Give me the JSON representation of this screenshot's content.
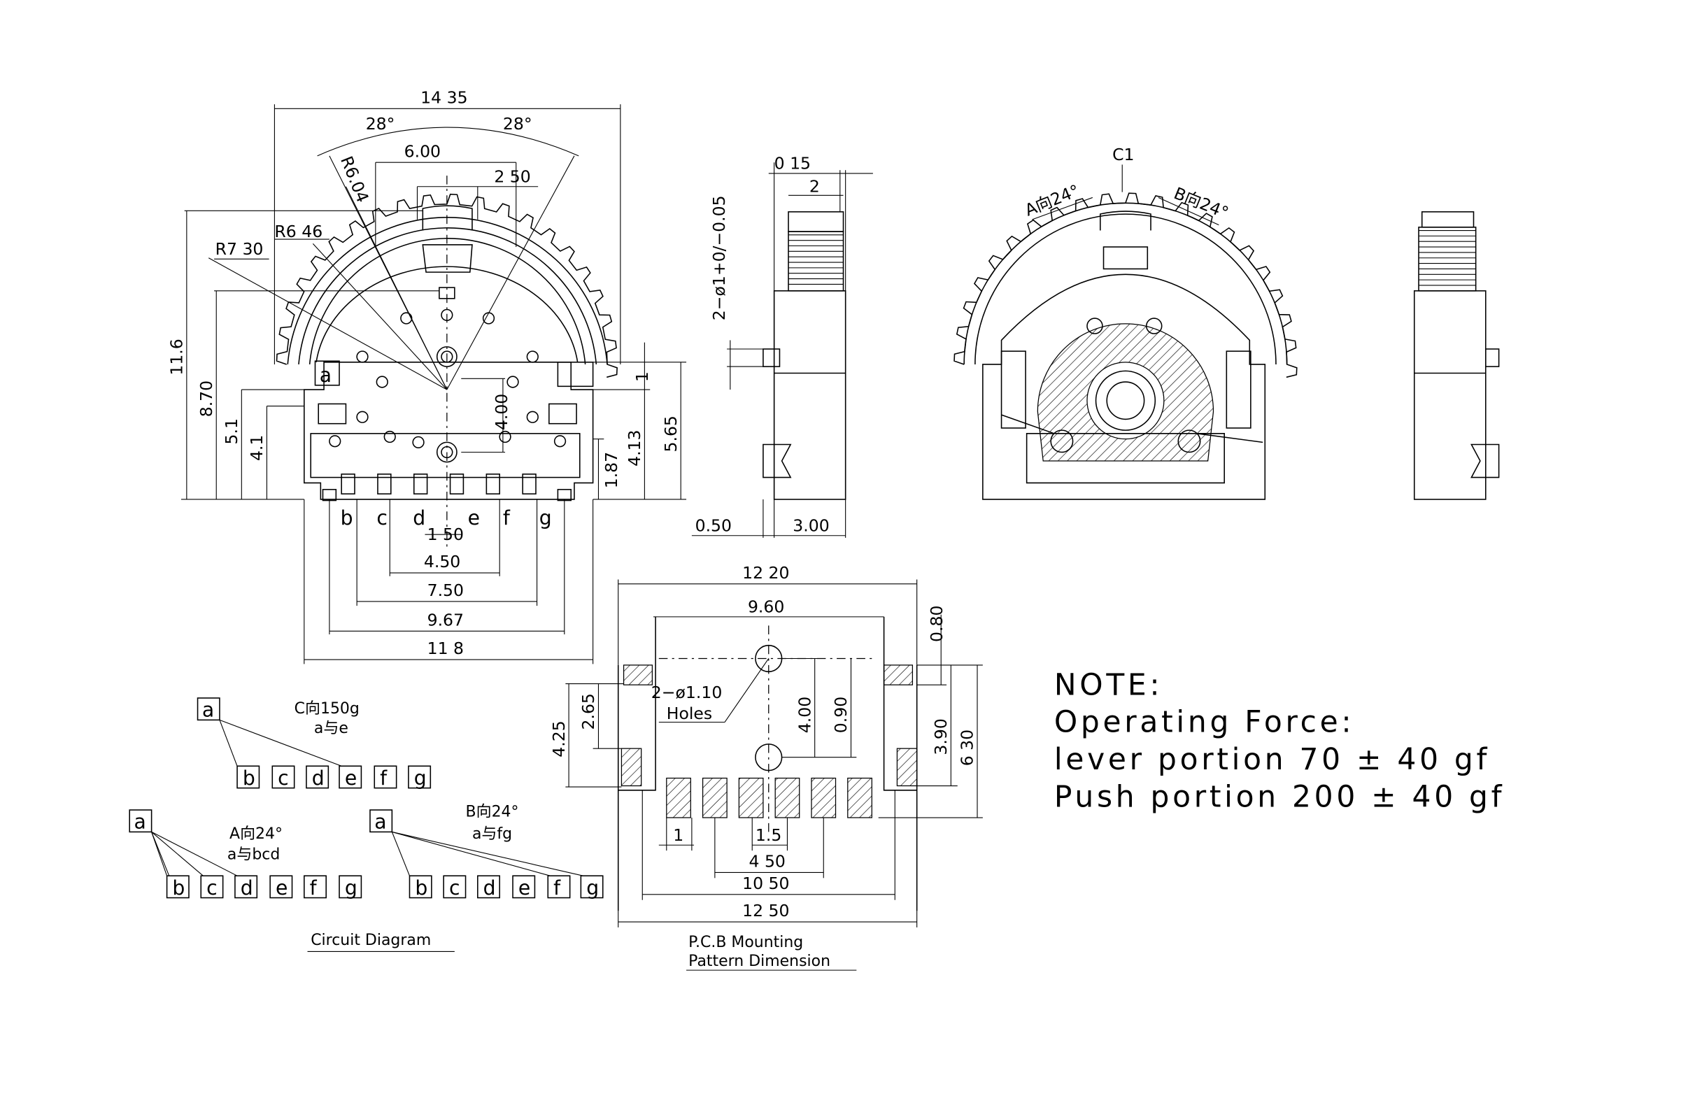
{
  "front_view": {
    "width_overall": "14 35",
    "angle_left": "28°",
    "angle_right": "28°",
    "lever_width": "6.00",
    "lever_offset": "2 50",
    "radius_1": "R6.04",
    "radius_2": "R6 46",
    "radius_3": "R7 30",
    "height_total": "11.6",
    "height_2": "8.70",
    "height_3": "5.1",
    "height_4": "4.1",
    "hole_spacing": "4.00",
    "right_1": "1",
    "right_height_1": "5.65",
    "right_height_2": "4.13",
    "right_height_3": "1.87",
    "terminal_a": "a",
    "pins": [
      "b",
      "c",
      "d",
      "e",
      "f",
      "g"
    ],
    "pitch": "1 50",
    "span_1": "4.50",
    "span_2": "7.50",
    "span_3": "9.67",
    "span_4": "11 8"
  },
  "side_view": {
    "top_dim": "0 15",
    "cap_width": "2",
    "pin_spec": "2−ø1+0/−0.05",
    "left_dim": "0.50",
    "depth": "3.00"
  },
  "back_view": {
    "center_label": "C1",
    "dir_a": "A向24°",
    "dir_b": "B向24°"
  },
  "pcb": {
    "width_top": "12 20",
    "pad_span": "9.60",
    "pad_height": "0.80",
    "holes_spec": "2−ø1.10",
    "holes_label": "Holes",
    "left_1": "2.65",
    "left_2": "4.25",
    "hole_spacing": "4.00",
    "hole_offset": "0.90",
    "right_1": "3.90",
    "right_2": "6 30",
    "pad_w": "1",
    "pitch": "1.5",
    "span_1": "4 50",
    "span_2": "10 50",
    "width_bottom": "12 50",
    "caption_1": "P.C.B Mounting",
    "caption_2": "Pattern Dimension"
  },
  "circuit": {
    "title": "Circuit Diagram",
    "groups": [
      {
        "dir": "C向150g",
        "conn": "a与e",
        "common": "a",
        "pins": [
          "b",
          "c",
          "d",
          "e",
          "f",
          "g"
        ]
      },
      {
        "dir": "A向24°",
        "conn": "a与bcd",
        "common": "a",
        "pins": [
          "b",
          "c",
          "d",
          "e",
          "f",
          "g"
        ]
      },
      {
        "dir": "B向24°",
        "conn": "a与fg",
        "common": "a",
        "pins": [
          "b",
          "c",
          "d",
          "e",
          "f",
          "g"
        ]
      }
    ]
  },
  "note": {
    "heading": "NOTE:",
    "line1": "Operating Force:",
    "line2": "lever portion 70 ± 40 gf",
    "line3": "Push portion 200 ± 40 gf"
  }
}
